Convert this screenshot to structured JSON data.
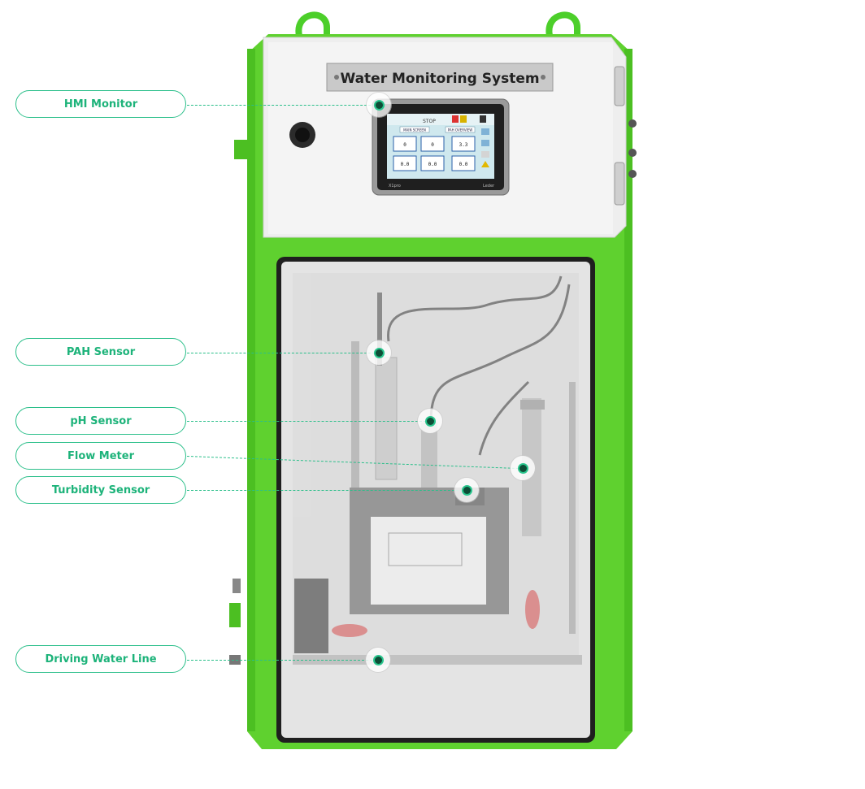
{
  "product": {
    "nameplate": "Water Monitoring System",
    "colors": {
      "body_green": "#5fd12f",
      "panel_white": "#f0f0f0",
      "accent_teal": "#1db37a"
    }
  },
  "hmi_screen": {
    "header_status": "STOP",
    "button_left": "MAIN SCREEN",
    "button_right": "PAH OVERVIEW",
    "readings": [
      "0",
      "0",
      "0.0",
      "0.0",
      "3.3",
      "0.0"
    ],
    "brand_left": "X1pro",
    "brand_right": "Leder"
  },
  "callouts": [
    {
      "label": "HMI Monitor"
    },
    {
      "label": "PAH Sensor"
    },
    {
      "label": "pH Sensor"
    },
    {
      "label": "Flow Meter"
    },
    {
      "label": "Turbidity Sensor"
    },
    {
      "label": "Driving Water Line"
    }
  ]
}
